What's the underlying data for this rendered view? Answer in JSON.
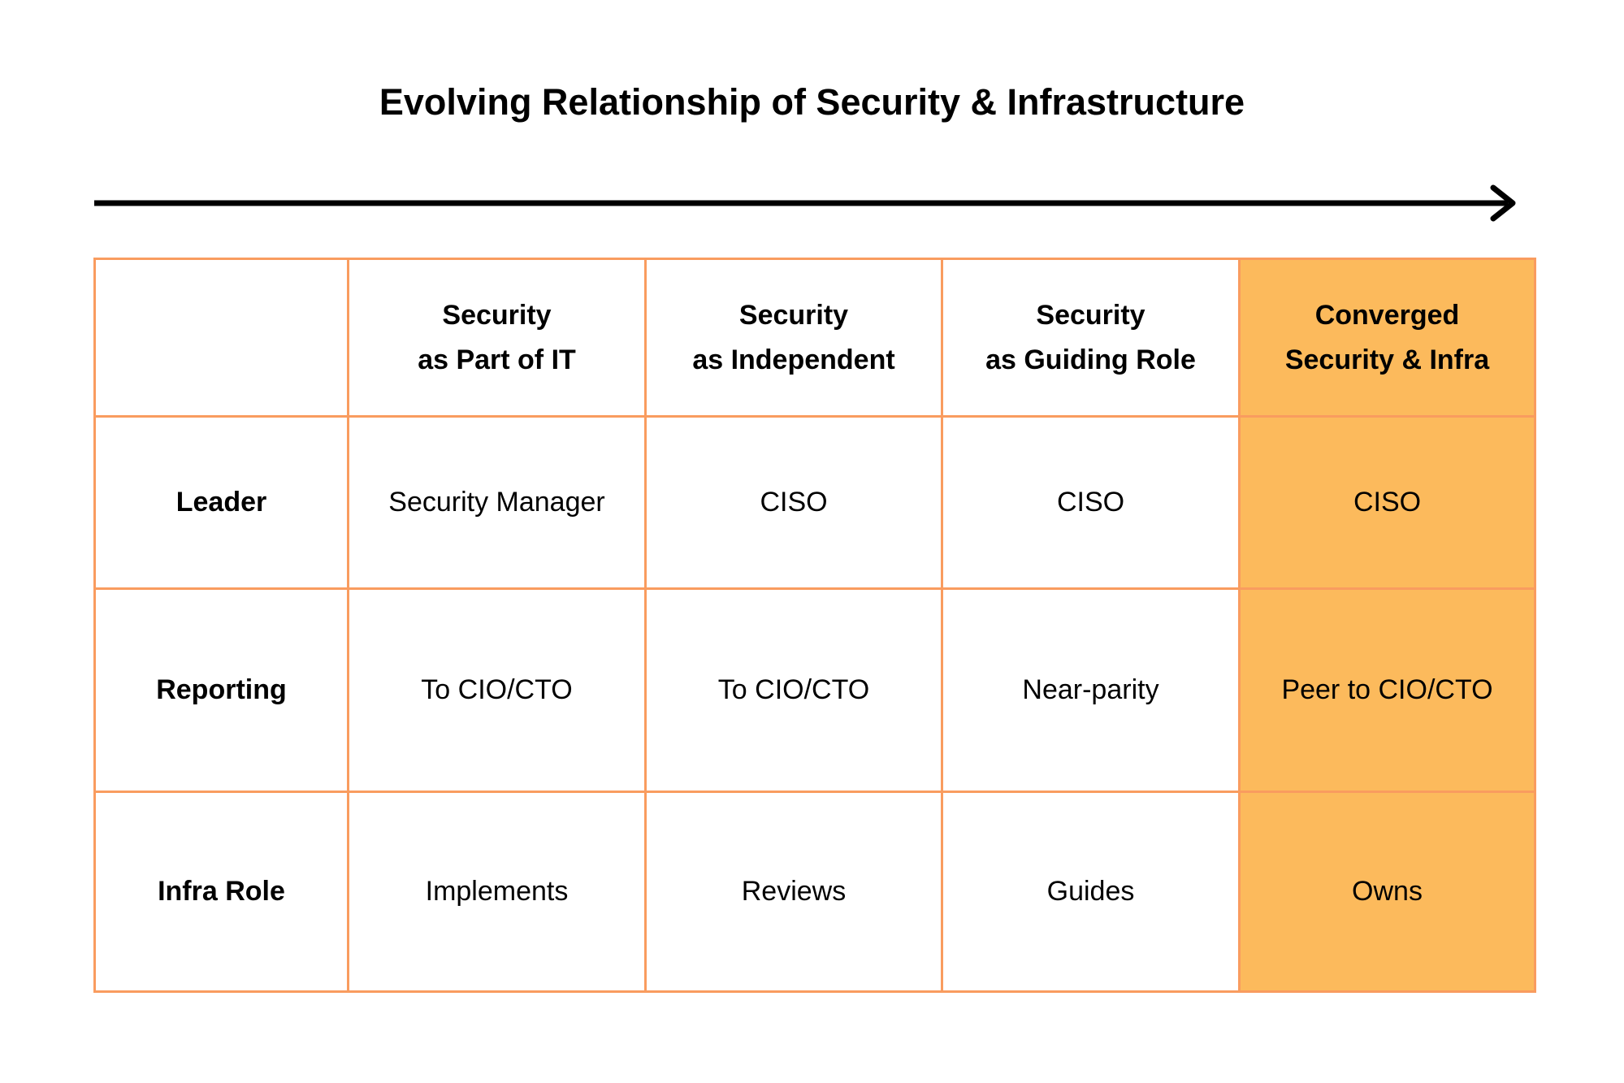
{
  "title": "Evolving Relationship of Security & Infrastructure",
  "arrow": {
    "direction": "right",
    "color": "#000000"
  },
  "colors": {
    "highlight_fill": "#FCBA5C",
    "grid_border": "#F99C5F",
    "text": "#000000",
    "background": "#FFFFFF"
  },
  "table": {
    "corner_label": "",
    "column_headers": [
      {
        "label": "Security\nas Part of IT",
        "highlighted": false
      },
      {
        "label": "Security\nas Independent",
        "highlighted": false
      },
      {
        "label": "Security\nas Guiding Role",
        "highlighted": false
      },
      {
        "label": "Converged\nSecurity & Infra",
        "highlighted": true
      }
    ],
    "rows": [
      {
        "label": "Leader",
        "cells": [
          "Security Manager",
          "CISO",
          "CISO",
          "CISO"
        ]
      },
      {
        "label": "Reporting",
        "cells": [
          "To CIO/CTO",
          "To CIO/CTO",
          "Near-parity",
          "Peer to CIO/CTO"
        ]
      },
      {
        "label": "Infra Role",
        "cells": [
          "Implements",
          "Reviews",
          "Guides",
          "Owns"
        ]
      }
    ]
  }
}
